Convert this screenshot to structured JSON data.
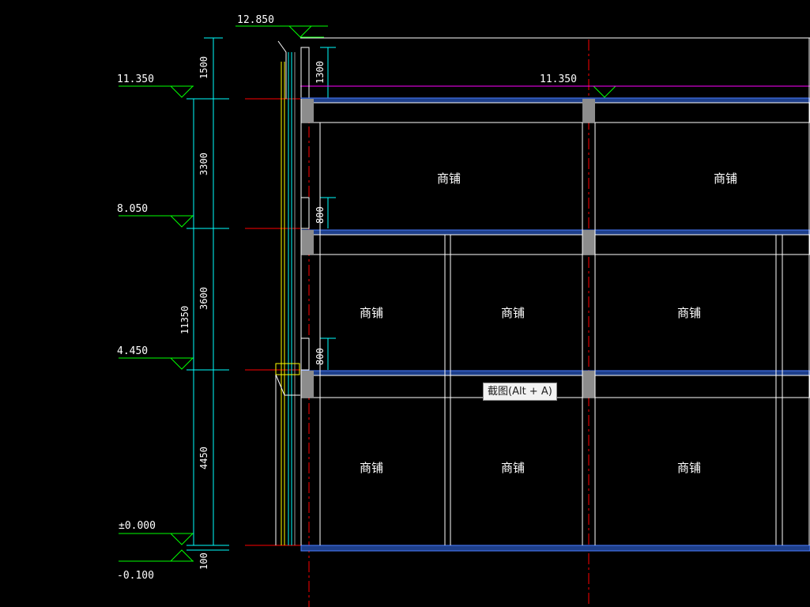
{
  "levels": {
    "top": "12.850",
    "l4": "11.350",
    "l3": "8.050",
    "l2": "4.450",
    "ground": "±0.000",
    "below": "-0.100",
    "l4_inner": "11.350"
  },
  "dimensions": {
    "d1500": "1500",
    "d3300": "3300",
    "d3600": "3600",
    "d4450": "4450",
    "d100": "100",
    "total": "11350",
    "parapet": "1300",
    "sill_upper": "800",
    "sill_lower": "800"
  },
  "rooms": [
    "商铺",
    "商铺",
    "商铺",
    "商铺",
    "商铺",
    "商铺",
    "商铺",
    "商铺"
  ],
  "tooltip": "截图(Alt + A)",
  "colors": {
    "background": "#000000",
    "green": "#00ff00",
    "cyan": "#00ffff",
    "red": "#ff0000",
    "magenta": "#ff00ff",
    "blue": "#2060ff",
    "white": "#ffffff",
    "gray": "#9a9a9a",
    "yellow": "#ffff00"
  }
}
